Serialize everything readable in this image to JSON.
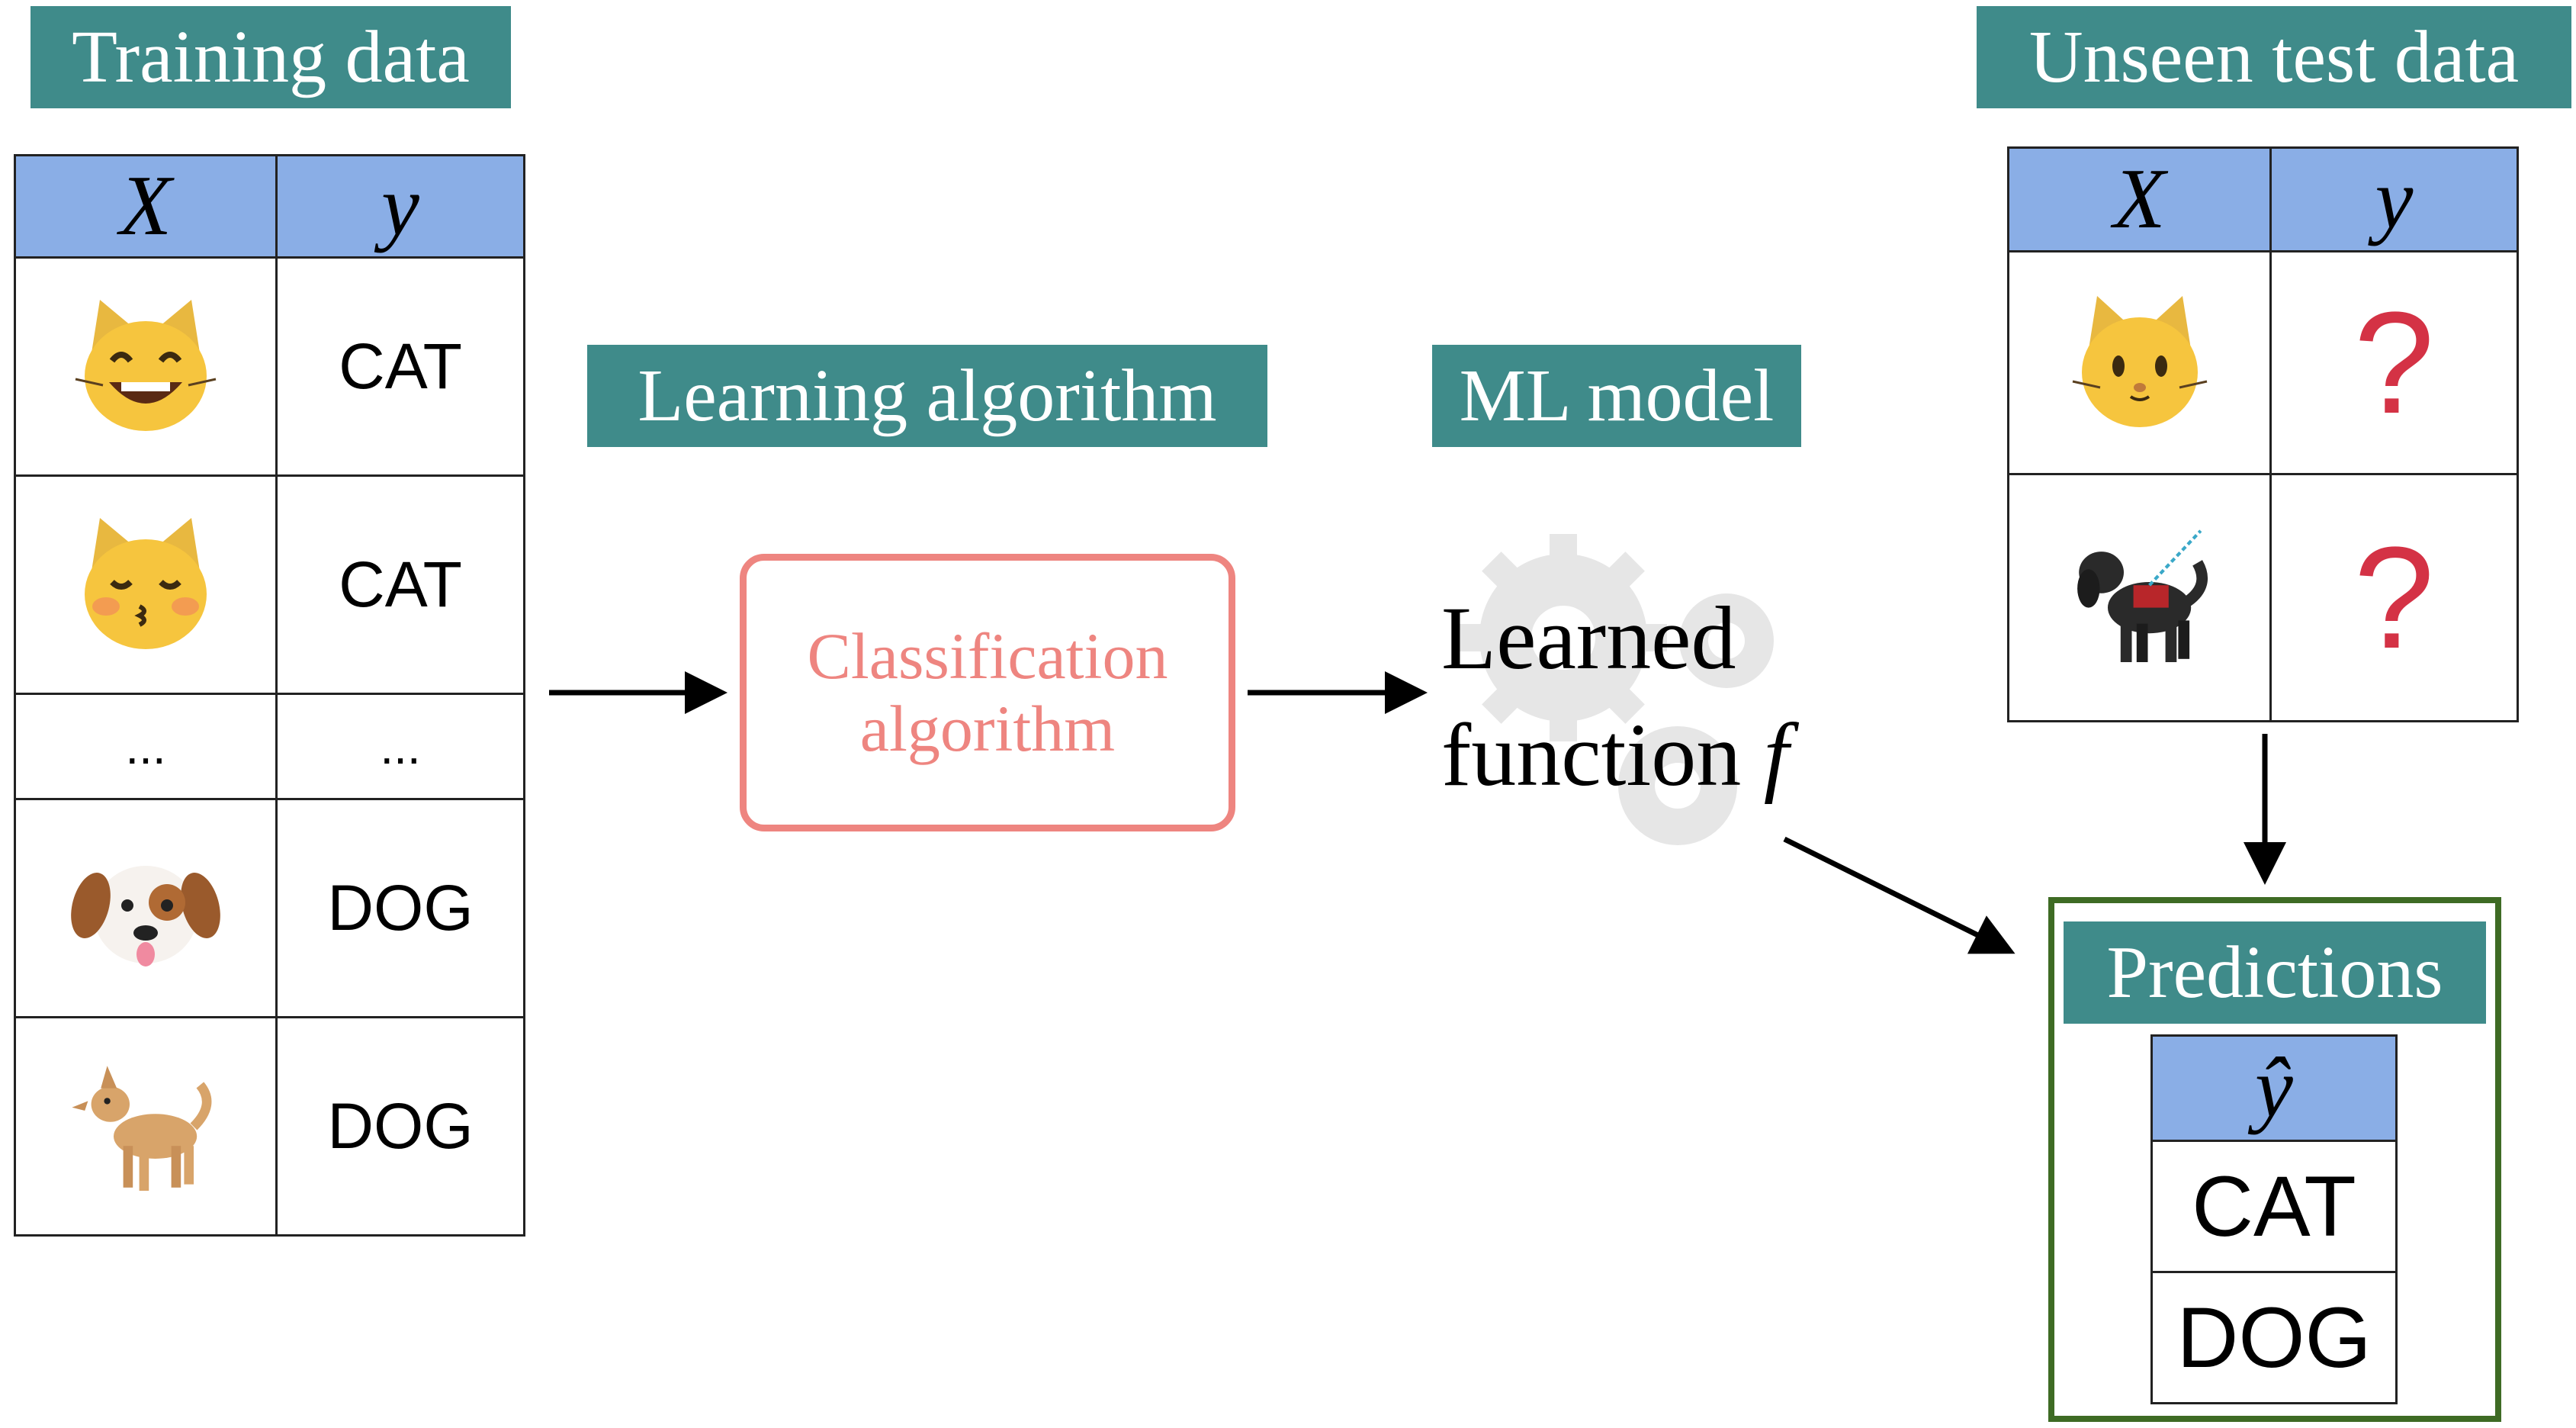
{
  "banners": {
    "training": "Training data",
    "unseen": "Unseen test data",
    "learning": "Learning algorithm",
    "model": "ML model",
    "predictions": "Predictions"
  },
  "training_table": {
    "header_x": "X",
    "header_y": "y",
    "rows": [
      {
        "icon": "grinning-cat-icon",
        "label": "CAT"
      },
      {
        "icon": "kissing-cat-icon",
        "label": "CAT"
      },
      {
        "icon": "ellipsis",
        "x": "...",
        "label": "..."
      },
      {
        "icon": "dog-face-icon",
        "label": "DOG"
      },
      {
        "icon": "dog-icon",
        "label": "DOG"
      }
    ]
  },
  "test_table": {
    "header_x": "X",
    "header_y": "y",
    "rows": [
      {
        "icon": "cat-face-icon",
        "label": "?"
      },
      {
        "icon": "service-dog-icon",
        "label": "?"
      }
    ]
  },
  "algorithm": {
    "line1": "Classification",
    "line2": "algorithm"
  },
  "model": {
    "line1": "Learned",
    "line2_prefix": "function",
    "symbol": "f"
  },
  "predictions_table": {
    "header": "ŷ",
    "rows": [
      "CAT",
      "DOG"
    ]
  },
  "colors": {
    "banner": "#3f8b8a",
    "table_header": "#8aaee6",
    "algorithm": "#ee8580",
    "question_mark": "#d43245",
    "predictions_frame": "#3e6b24",
    "gear": "#e6e6e6"
  }
}
